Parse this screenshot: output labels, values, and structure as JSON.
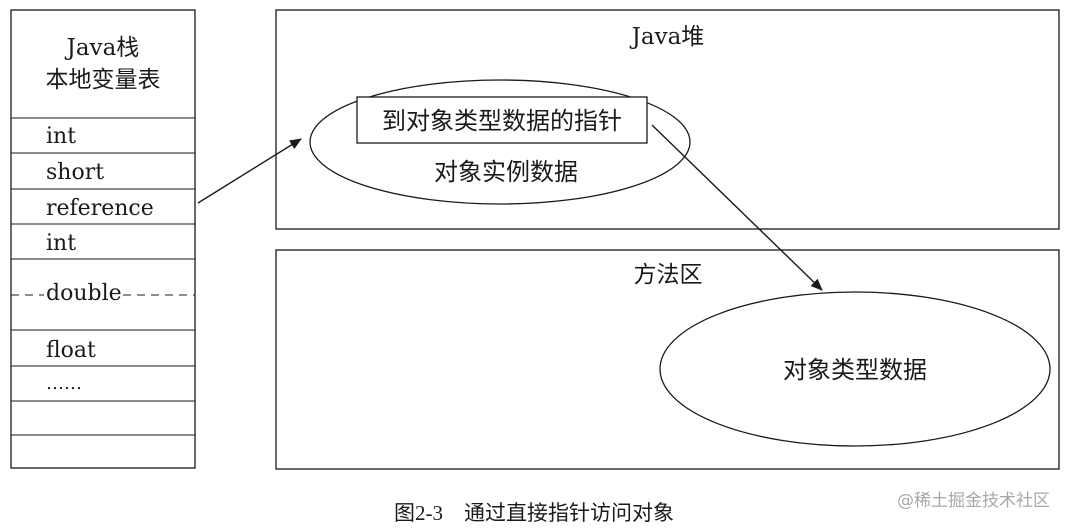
{
  "stack": {
    "title_line1": "Java栈",
    "title_line2": "本地变量表",
    "slots": [
      "int",
      "short",
      "reference",
      "int",
      "double",
      "float",
      "……",
      "",
      ""
    ]
  },
  "heap": {
    "title": "Java堆",
    "pointer_label": "到对象类型数据的指针",
    "instance_label": "对象实例数据"
  },
  "method_area": {
    "title": "方法区",
    "type_data_label": "对象类型数据"
  },
  "caption": "图2-3　通过直接指针访问对象",
  "watermark": "@稀土掘金技术社区",
  "colors": {
    "line": "#1a1a1a",
    "background": "#ffffff",
    "watermark": "#a8a8a8"
  }
}
